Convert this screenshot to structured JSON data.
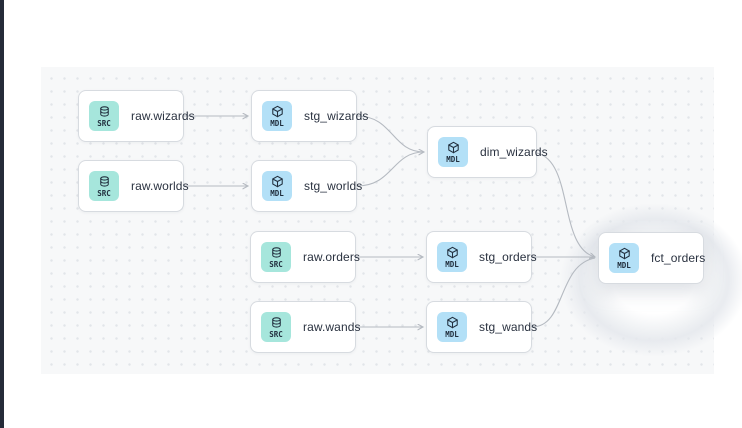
{
  "colors": {
    "src_badge": "#a6e6dc",
    "mdl_badge": "#b3e0f7",
    "edge": "#b5bac1",
    "canvas_bg": "#f7f8f9",
    "canvas_dot": "#e2e5e9",
    "node_border": "#d7dbe0",
    "node_text": "#2a3240",
    "left_bar": "#252b39"
  },
  "nodes": [
    {
      "id": "raw.wizards",
      "label": "raw.wizards",
      "badge": "SRC"
    },
    {
      "id": "stg_wizards",
      "label": "stg_wizards",
      "badge": "MDL"
    },
    {
      "id": "raw.worlds",
      "label": "raw.worlds",
      "badge": "SRC"
    },
    {
      "id": "stg_worlds",
      "label": "stg_worlds",
      "badge": "MDL"
    },
    {
      "id": "dim_wizards",
      "label": "dim_wizards",
      "badge": "MDL"
    },
    {
      "id": "raw.orders",
      "label": "raw.orders",
      "badge": "SRC"
    },
    {
      "id": "stg_orders",
      "label": "stg_orders",
      "badge": "MDL"
    },
    {
      "id": "raw.wands",
      "label": "raw.wands",
      "badge": "SRC"
    },
    {
      "id": "stg_wands",
      "label": "stg_wands",
      "badge": "MDL"
    },
    {
      "id": "fct_orders",
      "label": "fct_orders",
      "badge": "MDL"
    }
  ],
  "edges": [
    {
      "from": "raw.wizards",
      "to": "stg_wizards"
    },
    {
      "from": "raw.worlds",
      "to": "stg_worlds"
    },
    {
      "from": "raw.orders",
      "to": "stg_orders"
    },
    {
      "from": "raw.wands",
      "to": "stg_wands"
    },
    {
      "from": "stg_wizards",
      "to": "dim_wizards"
    },
    {
      "from": "stg_worlds",
      "to": "dim_wizards"
    },
    {
      "from": "dim_wizards",
      "to": "fct_orders"
    },
    {
      "from": "stg_orders",
      "to": "fct_orders"
    },
    {
      "from": "stg_wands",
      "to": "fct_orders"
    }
  ]
}
